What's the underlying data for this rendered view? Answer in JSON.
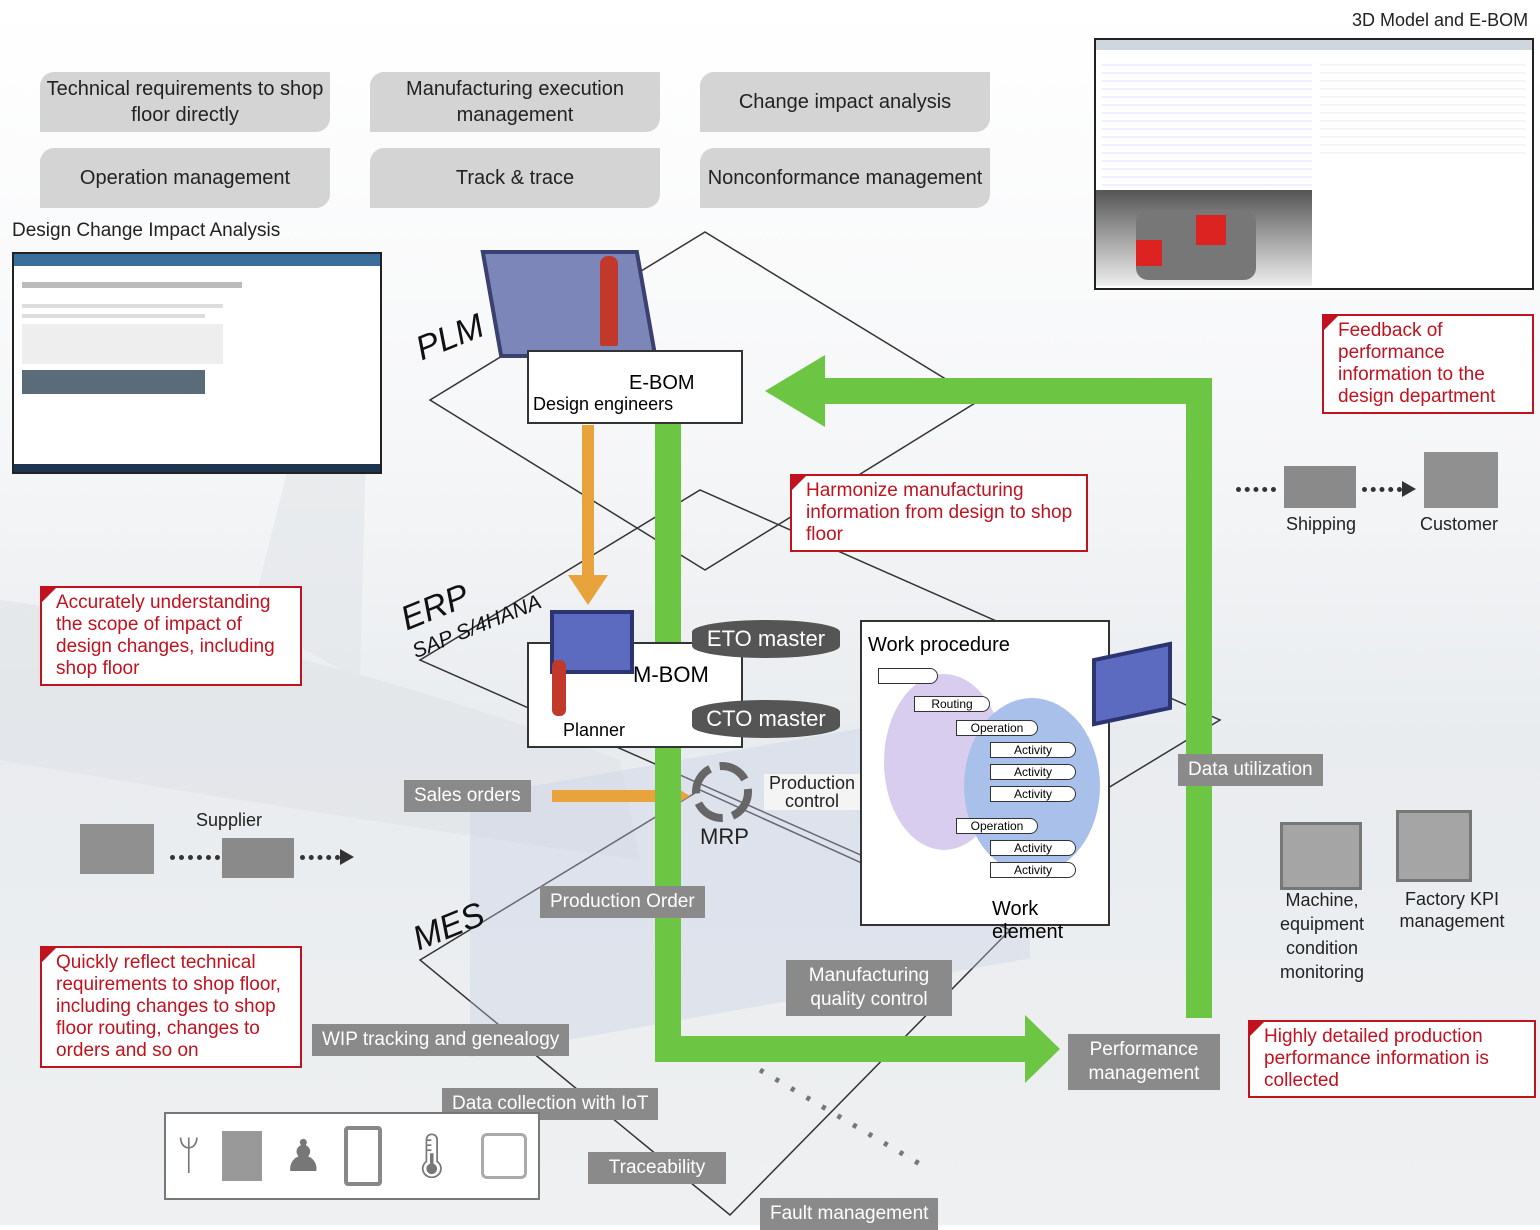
{
  "top_pills": [
    "Technical requirements to shop floor directly",
    "Manufacturing execution management",
    "Change impact analysis",
    "Operation management",
    "Track & trace",
    "Nonconformance management"
  ],
  "screens": {
    "dcia_title": "Design Change Impact Analysis",
    "ebom_title": "3D Model and E-BOM"
  },
  "platforms": {
    "plm": "PLM",
    "erp": "ERP",
    "erp_sub": "SAP S/4HANA",
    "mes": "MES"
  },
  "plm": {
    "ebom": "E-BOM",
    "design_engineers": "Design engineers"
  },
  "erp": {
    "eto": "ETO master",
    "cto": "CTO master",
    "mbom": "M-BOM",
    "planner": "Planner",
    "mrp": "MRP",
    "production_control": "Production control",
    "sales_orders": "Sales orders"
  },
  "work_procedure": {
    "title": "Work procedure",
    "routing": "Routing",
    "operation": "Operation",
    "activity": "Activity",
    "work_element": "Work element"
  },
  "gray_tags": {
    "production_order": "Production Order",
    "mqc": "Manufacturing quality control",
    "wip": "WIP tracking and genealogy",
    "iot": "Data collection with IoT",
    "traceability": "Traceability",
    "fault": "Fault management",
    "perf": "Performance management",
    "data_util": "Data utilization"
  },
  "red_boxes": {
    "feedback": "Feedback of performance information to the design department",
    "harmonize": "Harmonize manufacturing information from design to shop floor",
    "scope": "Accurately understanding the scope of impact of design changes, including shop floor",
    "quickly": "Quickly reflect technical requirements to shop floor, including changes to shop floor routing, changes to orders and so on",
    "detailed": "Highly detailed production performance information is collected"
  },
  "logistics": {
    "supplier": "Supplier",
    "shipping": "Shipping",
    "customer": "Customer"
  },
  "right_icons": {
    "machine": "Machine, equipment condition monitoring",
    "kpi": "Factory KPI management"
  },
  "colors": {
    "green": "#6cc644",
    "orange": "#e8a33d",
    "red": "#c1121f",
    "gray_tag": "#8a8a8a"
  }
}
